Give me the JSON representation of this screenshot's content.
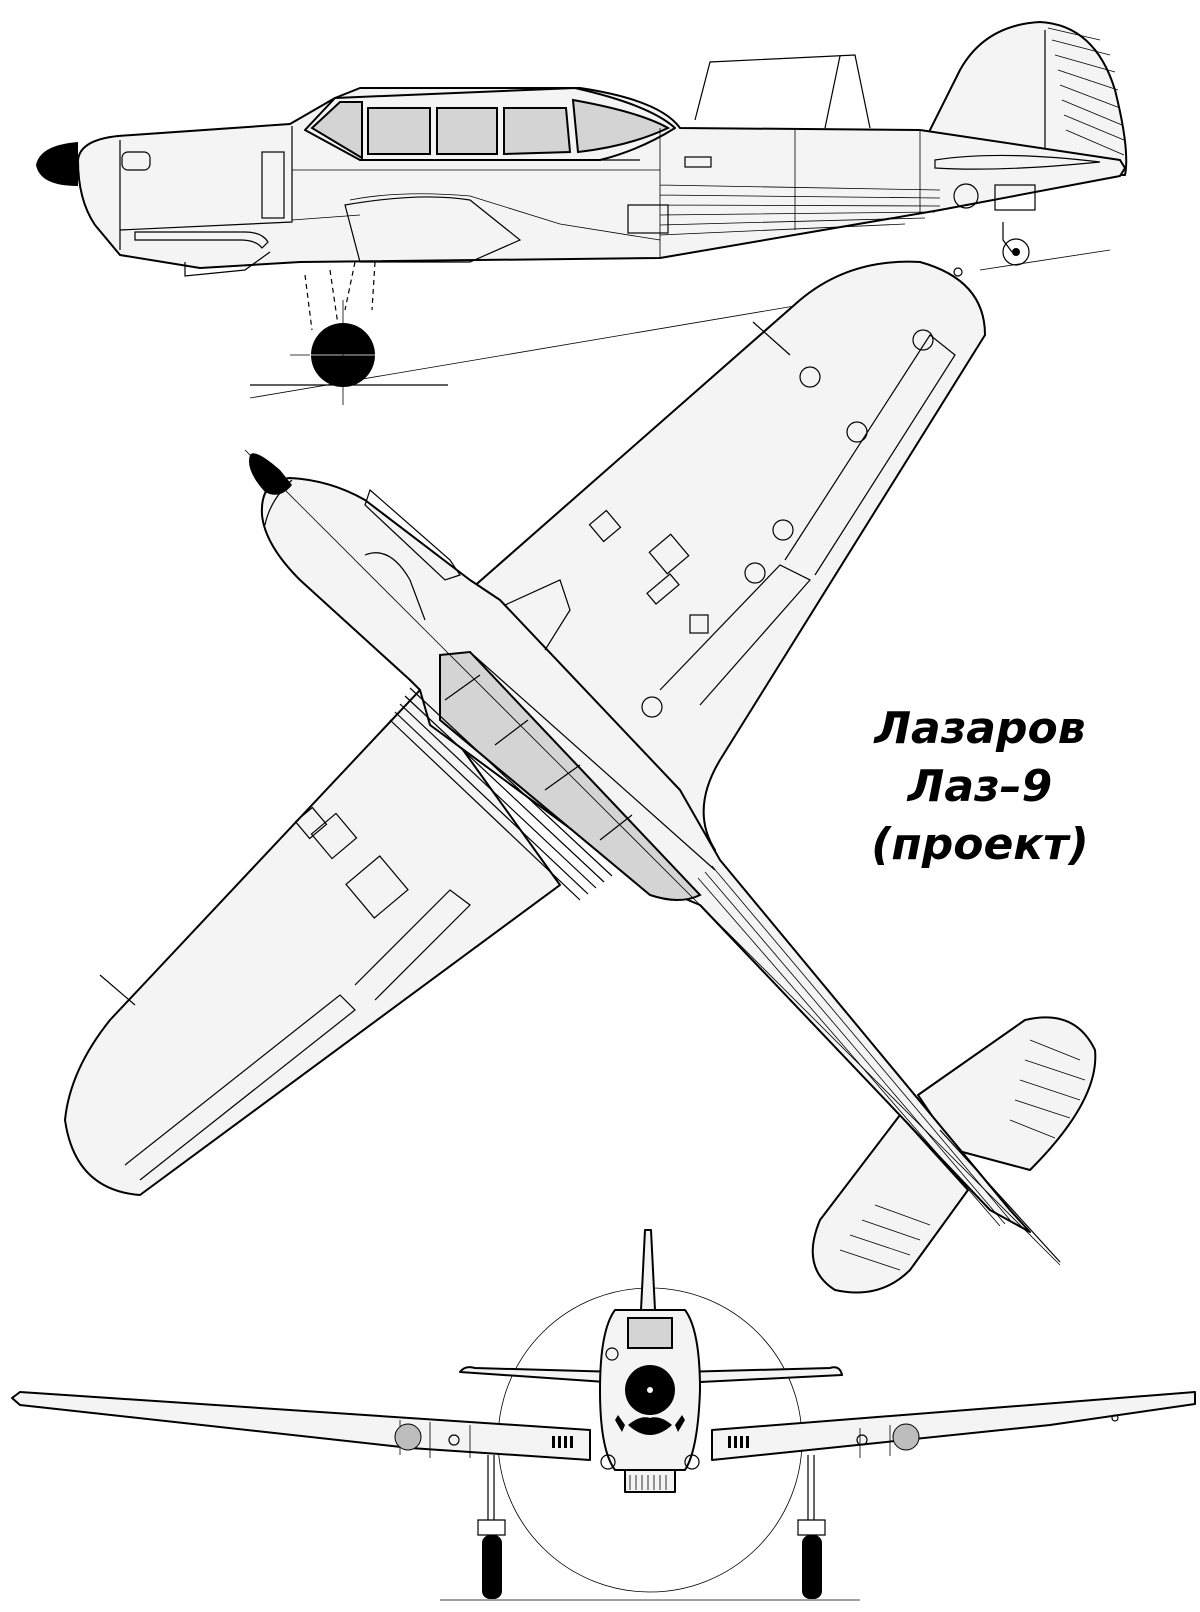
{
  "title": {
    "line1": "Лазаров",
    "line2": "Лаз–9",
    "line3": "(проект)"
  },
  "views": {
    "side": "side-view",
    "top": "top-view",
    "front": "front-view"
  },
  "colors": {
    "line": "#000000",
    "fill": "#f4f4f4",
    "glass": "#d4d4d4",
    "shade": "#bdbdbd"
  }
}
